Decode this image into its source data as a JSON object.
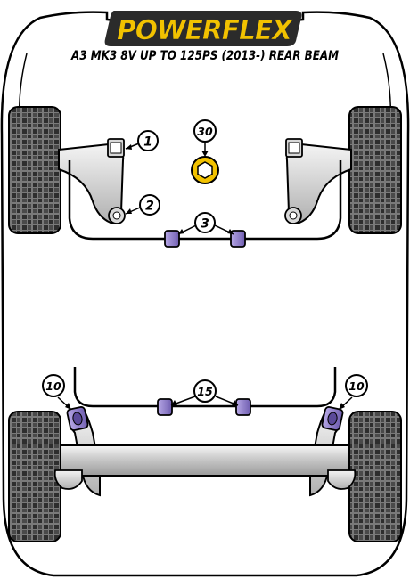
{
  "brand": {
    "name": "POWERFLEX",
    "logo_bg": "#2b2b2b",
    "logo_fill": "#f2c200"
  },
  "title": "A3 MK3 8V UP TO 125PS (2013-) REAR BEAM",
  "callouts": {
    "c1": "1",
    "c2": "2",
    "c3": "3",
    "c10_left": "10",
    "c10_right": "10",
    "c15": "15",
    "c30": "30"
  },
  "colors": {
    "outline": "#000000",
    "tyre_dark": "#2e2e2e",
    "tyre_light": "#7a7a7a",
    "arm_light": "#ececec",
    "arm_dark": "#a8a8a8",
    "bush_purple": "#8e7cc3",
    "bush_purple_dark": "#5b4a99",
    "bush_grey": "#d8d8d8",
    "nut_yellow": "#f2c200"
  }
}
